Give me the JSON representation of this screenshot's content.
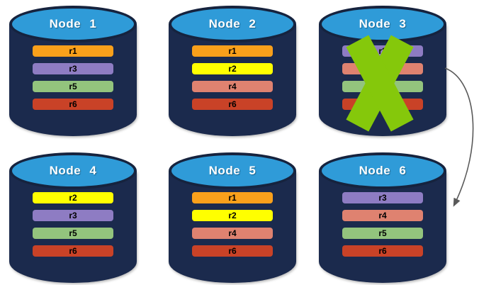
{
  "diagram": {
    "type": "replication-nodes",
    "palette": {
      "cylinder_body": "#1b2a4d",
      "cylinder_top": "#2f9bd8",
      "cylinder_border": "#16233e",
      "node_title_color": "#ffffff",
      "row_text_color": "#000000",
      "failure_x_color": "#85c80b",
      "arrow_color": "#595959"
    },
    "nodes": [
      {
        "id": "node-1",
        "title": "Node 1",
        "failed": false,
        "rows": [
          {
            "label": "r1",
            "color": "#f9a01b"
          },
          {
            "label": "r3",
            "color": "#8e7cc3"
          },
          {
            "label": "r5",
            "color": "#93c47d"
          },
          {
            "label": "r6",
            "color": "#c94227"
          }
        ]
      },
      {
        "id": "node-2",
        "title": "Node 2",
        "failed": false,
        "rows": [
          {
            "label": "r1",
            "color": "#f9a01b"
          },
          {
            "label": "r2",
            "color": "#ffff00"
          },
          {
            "label": "r4",
            "color": "#df8270"
          },
          {
            "label": "r6",
            "color": "#c94227"
          }
        ]
      },
      {
        "id": "node-3",
        "title": "Node 3",
        "failed": true,
        "rows": [
          {
            "label": "r3",
            "color": "#8e7cc3"
          },
          {
            "label": "r4",
            "color": "#df8270"
          },
          {
            "label": "r5",
            "color": "#93c47d"
          },
          {
            "label": "r6",
            "color": "#c94227"
          }
        ]
      },
      {
        "id": "node-4",
        "title": "Node 4",
        "failed": false,
        "rows": [
          {
            "label": "r2",
            "color": "#ffff00"
          },
          {
            "label": "r3",
            "color": "#8e7cc3"
          },
          {
            "label": "r5",
            "color": "#93c47d"
          },
          {
            "label": "r6",
            "color": "#c94227"
          }
        ]
      },
      {
        "id": "node-5",
        "title": "Node 5",
        "failed": false,
        "rows": [
          {
            "label": "r1",
            "color": "#f9a01b"
          },
          {
            "label": "r2",
            "color": "#ffff00"
          },
          {
            "label": "r4",
            "color": "#df8270"
          },
          {
            "label": "r6",
            "color": "#c94227"
          }
        ]
      },
      {
        "id": "node-6",
        "title": "Node 6",
        "failed": false,
        "rows": [
          {
            "label": "r3",
            "color": "#8e7cc3"
          },
          {
            "label": "r4",
            "color": "#df8270"
          },
          {
            "label": "r5",
            "color": "#93c47d"
          },
          {
            "label": "r6",
            "color": "#c94227"
          }
        ]
      }
    ],
    "arrow": {
      "from": "Node 3",
      "to": "Node 6"
    }
  }
}
